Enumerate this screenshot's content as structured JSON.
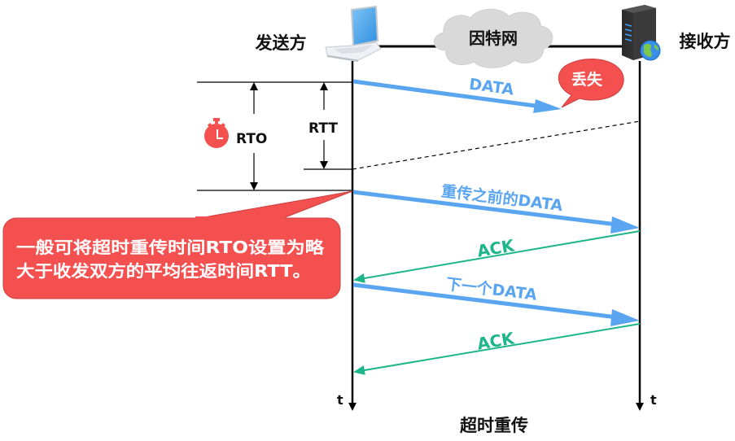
{
  "title": "超时重传",
  "sender": {
    "label": "发送方",
    "icon": "laptop-icon"
  },
  "receiver": {
    "label": "接收方",
    "icon": "server-globe-icon"
  },
  "network": {
    "label": "因特网",
    "icon": "cloud-icon"
  },
  "time_axis_label": "t",
  "lost_bubble": {
    "text": "丢失"
  },
  "rto_label": "RTO",
  "rtt_label": "RTT",
  "timer_icon": "stopwatch-icon",
  "callout": {
    "line1": "一般可将超时重传时间RTO设置为略",
    "line2": "大于收发双方的平均往返时间RTT。"
  },
  "messages": [
    {
      "label": "DATA",
      "direction": "sender-to-receiver",
      "status": "lost",
      "color": "#5AA5F0"
    },
    {
      "label": "重传之前的DATA",
      "direction": "sender-to-receiver",
      "status": "delivered",
      "color": "#5AA5F0"
    },
    {
      "label": "ACK",
      "direction": "receiver-to-sender",
      "status": "delivered",
      "color": "#1DB58A"
    },
    {
      "label": "下一个DATA",
      "direction": "sender-to-receiver",
      "status": "delivered",
      "color": "#5AA5F0"
    },
    {
      "label": "ACK",
      "direction": "receiver-to-sender",
      "status": "delivered",
      "color": "#1DB58A"
    }
  ],
  "colors": {
    "data": "#5AA5F0",
    "ack": "#1DB58A",
    "alert": "#F55050",
    "cloud": "#D9D9D9"
  }
}
